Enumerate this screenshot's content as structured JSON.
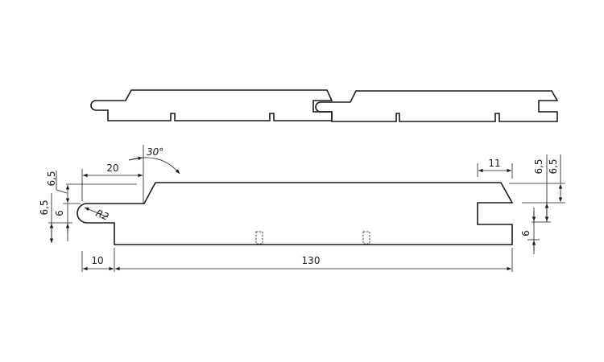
{
  "drawing": {
    "colors": {
      "line": "#1a1a1a",
      "background": "#ffffff"
    },
    "dimensions": {
      "bevel_width": "20",
      "bevel_angle": "30°",
      "tongue_radius": "R2",
      "left_top_offset": "6,5",
      "left_tongue_offset": "6,5",
      "tongue_thickness": "6",
      "tongue_length": "10",
      "board_width": "130",
      "right_bevel_width": "11",
      "right_offset_a": "6,5",
      "right_offset_b": "6,5",
      "groove_width": "6"
    }
  }
}
